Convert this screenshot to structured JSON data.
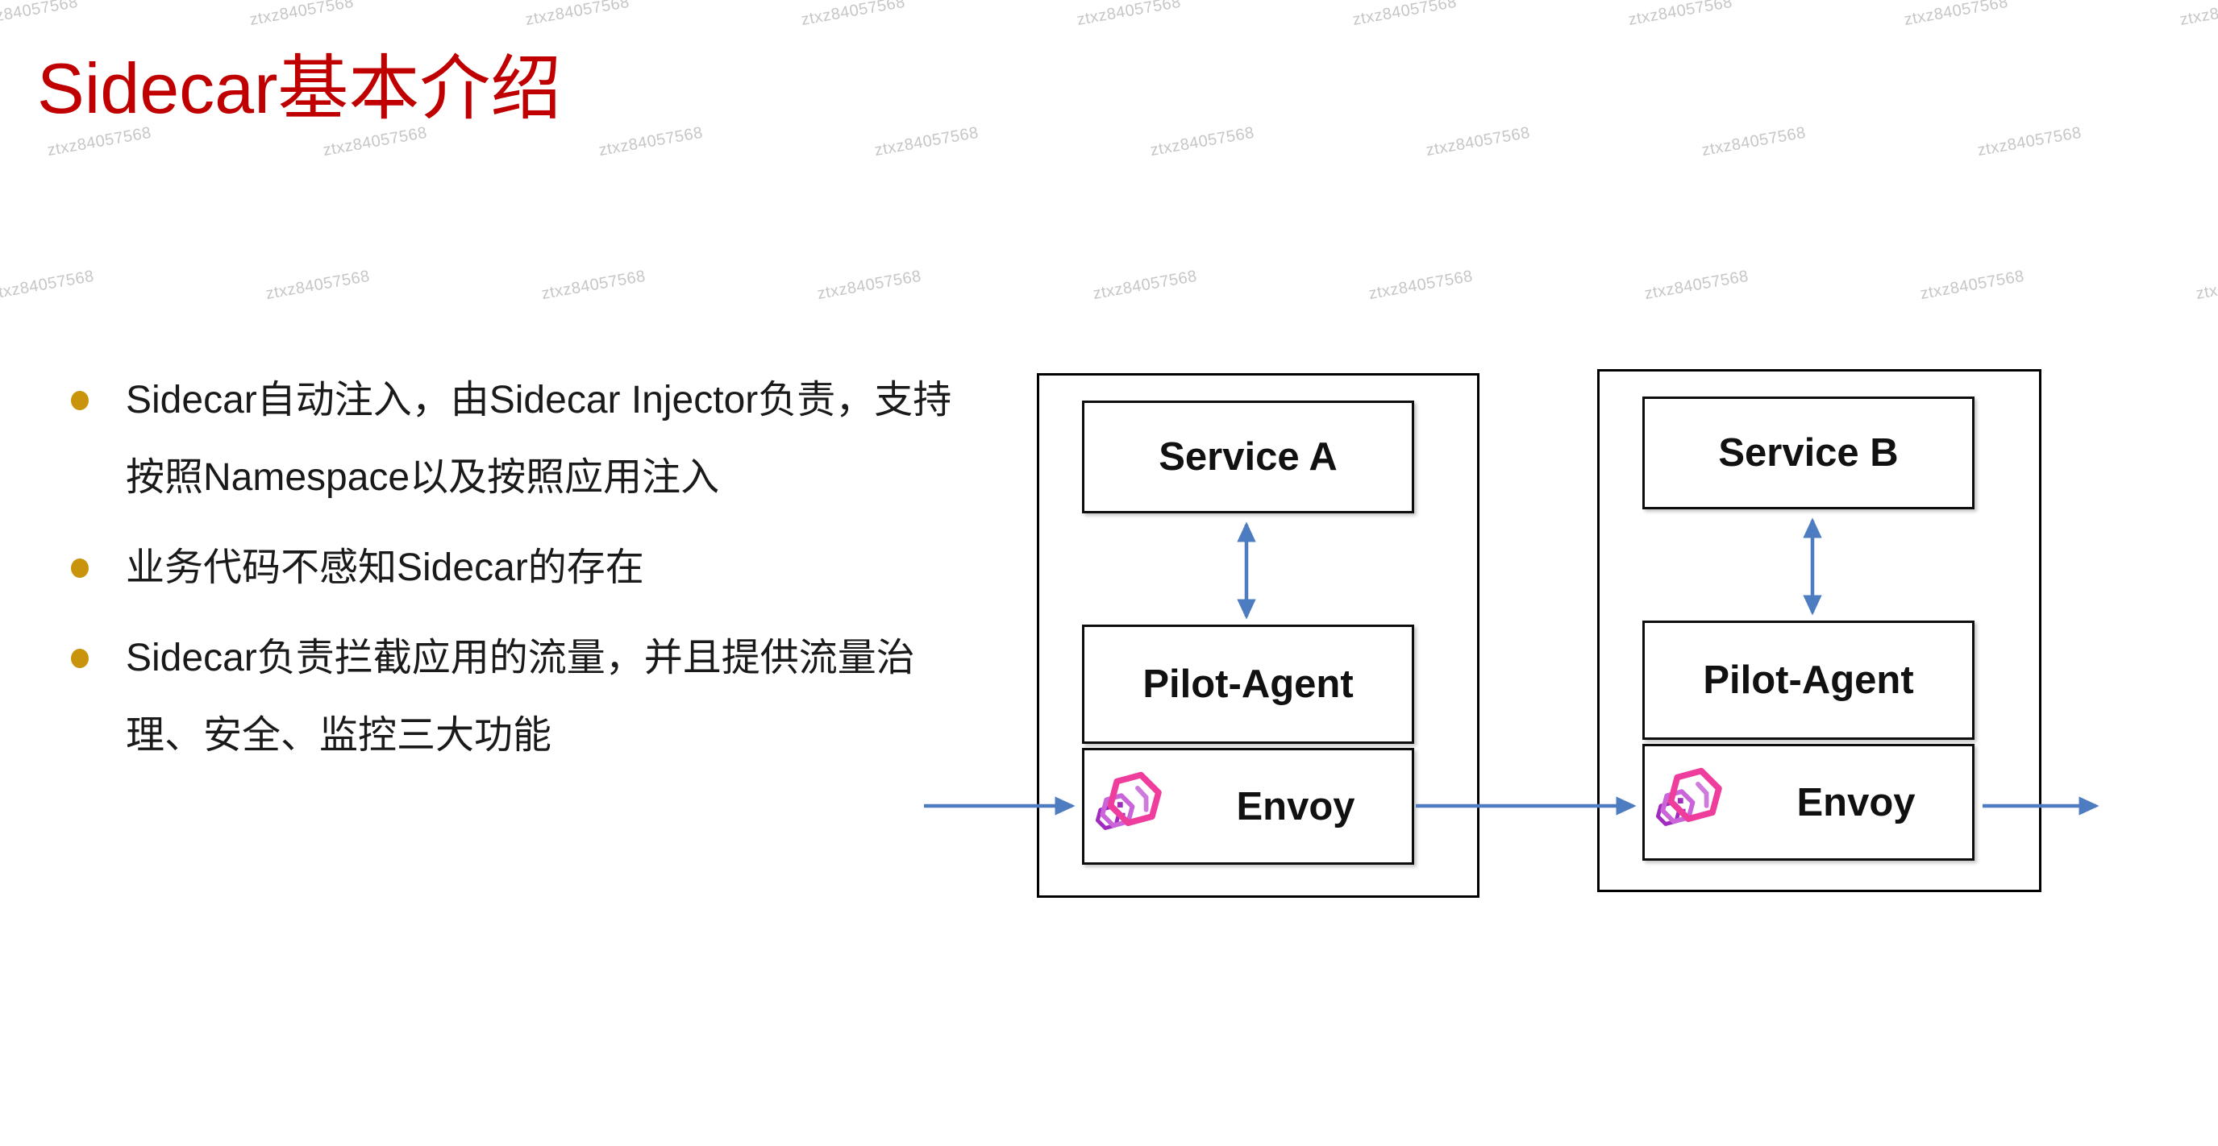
{
  "slide": {
    "title": "Sidecar基本介绍",
    "watermark": "ztxz84057568",
    "colors": {
      "title": "#C00000",
      "bullet_dot": "#C9940C",
      "watermark": "#C6C6C6"
    },
    "bullets": [
      {
        "text": "Sidecar自动注入，由Sidecar Injector负责，支持按照Namespace以及按照应用注入"
      },
      {
        "text": "业务代码不感知Sidecar的存在"
      },
      {
        "text": "Sidecar负责拦截应用的流量，并且提供流量治理、安全、监控三大功能"
      }
    ]
  },
  "diagram": {
    "arrow_color": "#4E7CC0",
    "pods": [
      {
        "service": "Service A",
        "agent": "Pilot-Agent",
        "proxy": "Envoy"
      },
      {
        "service": "Service B",
        "agent": "Pilot-Agent",
        "proxy": "Envoy"
      }
    ],
    "envoy_logo_colors": {
      "front": "#EE3D9C",
      "mid": "#C965D9",
      "back": "#A22BBF",
      "accent": "#CF7BDE"
    }
  }
}
